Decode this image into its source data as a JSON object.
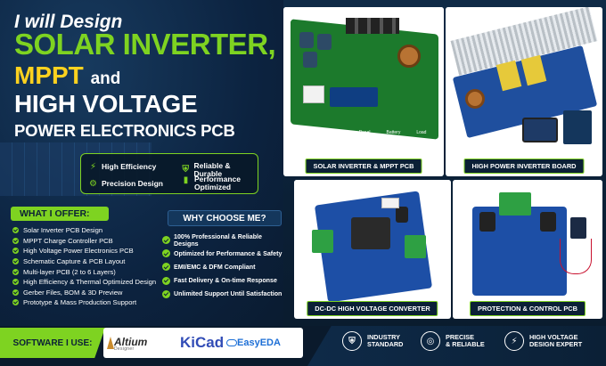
{
  "headline": {
    "line1": "I will Design",
    "line2": "SOLAR INVERTER,",
    "line3a": "MPPT",
    "line3b": "and",
    "line4": "HIGH VOLTAGE",
    "line5": "POWER ELECTRONICS PCB"
  },
  "features": [
    {
      "icon": "lightning-icon",
      "label": "High Efficiency"
    },
    {
      "icon": "shield-check-icon",
      "label": "Reliable & Durable"
    },
    {
      "icon": "gears-icon",
      "label": "Precision Design"
    },
    {
      "icon": "bar-chart-icon",
      "label_line1": "Performance",
      "label_line2": "Optimized"
    }
  ],
  "offer": {
    "title": "WHAT I OFFER:",
    "items": [
      "Solar Inverter PCB Design",
      "MPPT Charge Controller PCB",
      "High Voltage Power Electronics PCB",
      "Schematic Capture & PCB Layout",
      "Multi-layer PCB (2 to 6 Layers)",
      "High Efficiency & Thermal Optimized Design",
      "Gerber Files, BOM & 3D Preview",
      "Prototype & Mass Production Support"
    ]
  },
  "why": {
    "title": "WHY CHOOSE ME?",
    "items": [
      "100% Professional & Reliable Designs",
      "Optimized for Performance & Safety",
      "EMI/EMC & DFM Compliant",
      "Fast Delivery & On-time Response",
      "Unlimited Support Until Satisfaction"
    ]
  },
  "cards": [
    {
      "caption": "SOLAR INVERTER & MPPT PCB"
    },
    {
      "caption": "HIGH POWER INVERTER BOARD"
    },
    {
      "caption": "DC-DC HIGH VOLTAGE CONVERTER"
    },
    {
      "caption": "PROTECTION & CONTROL PCB"
    }
  ],
  "pcb_silk": {
    "solar": "Solar",
    "panel": "Panel",
    "battery": "Battery",
    "load": "Load"
  },
  "software": {
    "label": "SOFTWARE I USE:",
    "altium": "Altium",
    "altium_sub": "Designer",
    "kicad": "KiCad",
    "easyeda": "EasyEDA"
  },
  "badges": [
    {
      "icon": "shield-check-icon",
      "line1": "INDUSTRY",
      "line2": "STANDARD"
    },
    {
      "icon": "target-icon",
      "line1": "PRECISE",
      "line2": "& RELIABLE"
    },
    {
      "icon": "lightning-icon",
      "line1": "HIGH VOLTAGE",
      "line2": "DESIGN EXPERT"
    }
  ],
  "colors": {
    "accent": "#7ed321",
    "yellow": "#ffd21f",
    "navy": "#0b2036"
  }
}
